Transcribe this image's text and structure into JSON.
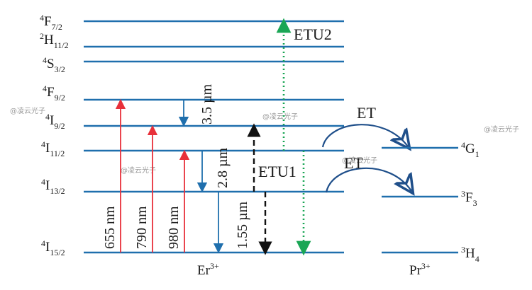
{
  "er_levels": [
    {
      "name": "F",
      "multiplicity": "4",
      "j": "7/2"
    },
    {
      "name": "H",
      "multiplicity": "2",
      "j": "11/2"
    },
    {
      "name": "S",
      "multiplicity": "4",
      "j": "3/2"
    },
    {
      "name": "F",
      "multiplicity": "4",
      "j": "9/2"
    },
    {
      "name": "I",
      "multiplicity": "4",
      "j": "9/2"
    },
    {
      "name": "I",
      "multiplicity": "4",
      "j": "11/2"
    },
    {
      "name": "I",
      "multiplicity": "4",
      "j": "13/2"
    },
    {
      "name": "I",
      "multiplicity": "4",
      "j": "15/2"
    }
  ],
  "pr_levels": [
    {
      "name": "G",
      "multiplicity": "4",
      "j": "1"
    },
    {
      "name": "F",
      "multiplicity": "3",
      "j": "3"
    },
    {
      "name": "H",
      "multiplicity": "3",
      "j": "4"
    }
  ],
  "ion_er": {
    "base": "Er",
    "charge": "3+"
  },
  "ion_pr": {
    "base": "Pr",
    "charge": "3+"
  },
  "pump_labels": [
    "655 nm",
    "790 nm",
    "980 nm"
  ],
  "emission_labels": [
    "3.5 µm",
    "2.8 µm",
    "1.55 µm"
  ],
  "process_labels": {
    "etu1": "ETU1",
    "etu2": "ETU2",
    "et_upper": "ET",
    "et_lower": "ET"
  },
  "watermark": "@凌云光子",
  "colors": {
    "level_line": "#1f6fad",
    "pump": "#e8303a",
    "emission": "#1f6fad",
    "etu1": "#111111",
    "etu2": "#1aa655",
    "et_arrow": "#1f4f8a",
    "text": "#1a1a1a"
  }
}
